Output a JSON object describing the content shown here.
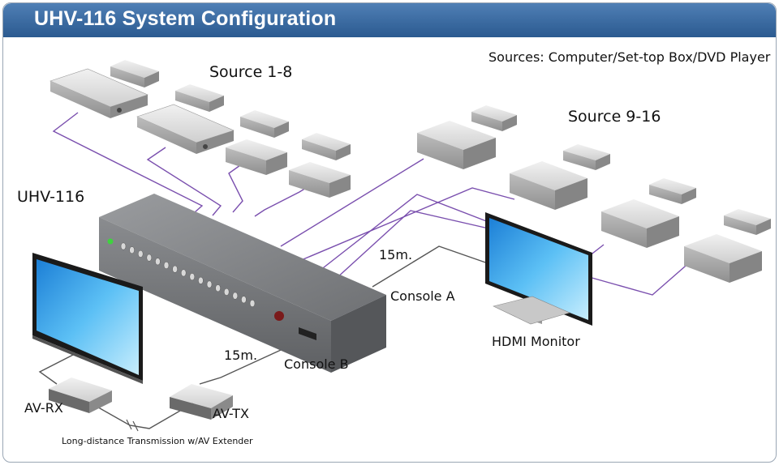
{
  "title": "UHV-116  System Configuration",
  "labels": {
    "sources_note": "Sources: Computer/Set-top Box/DVD Player",
    "source_1_8": "Source 1-8",
    "source_9_16": "Source 9-16",
    "device": "UHV-116",
    "distance_a": "15m.",
    "console_a": "Console A",
    "hdmi_monitor": "HDMI Monitor",
    "distance_b": "15m.",
    "console_b": "Console B",
    "av_rx": "AV-RX",
    "av_tx": "AV-TX",
    "long_distance": "Long-distance Transmission w/AV Extender"
  },
  "colors": {
    "header": "#3a6aa3",
    "cable_source": "#7a4fae",
    "cable_console": "#555555",
    "device_body": "#7d7f82",
    "screen": "#2f9ee8"
  }
}
